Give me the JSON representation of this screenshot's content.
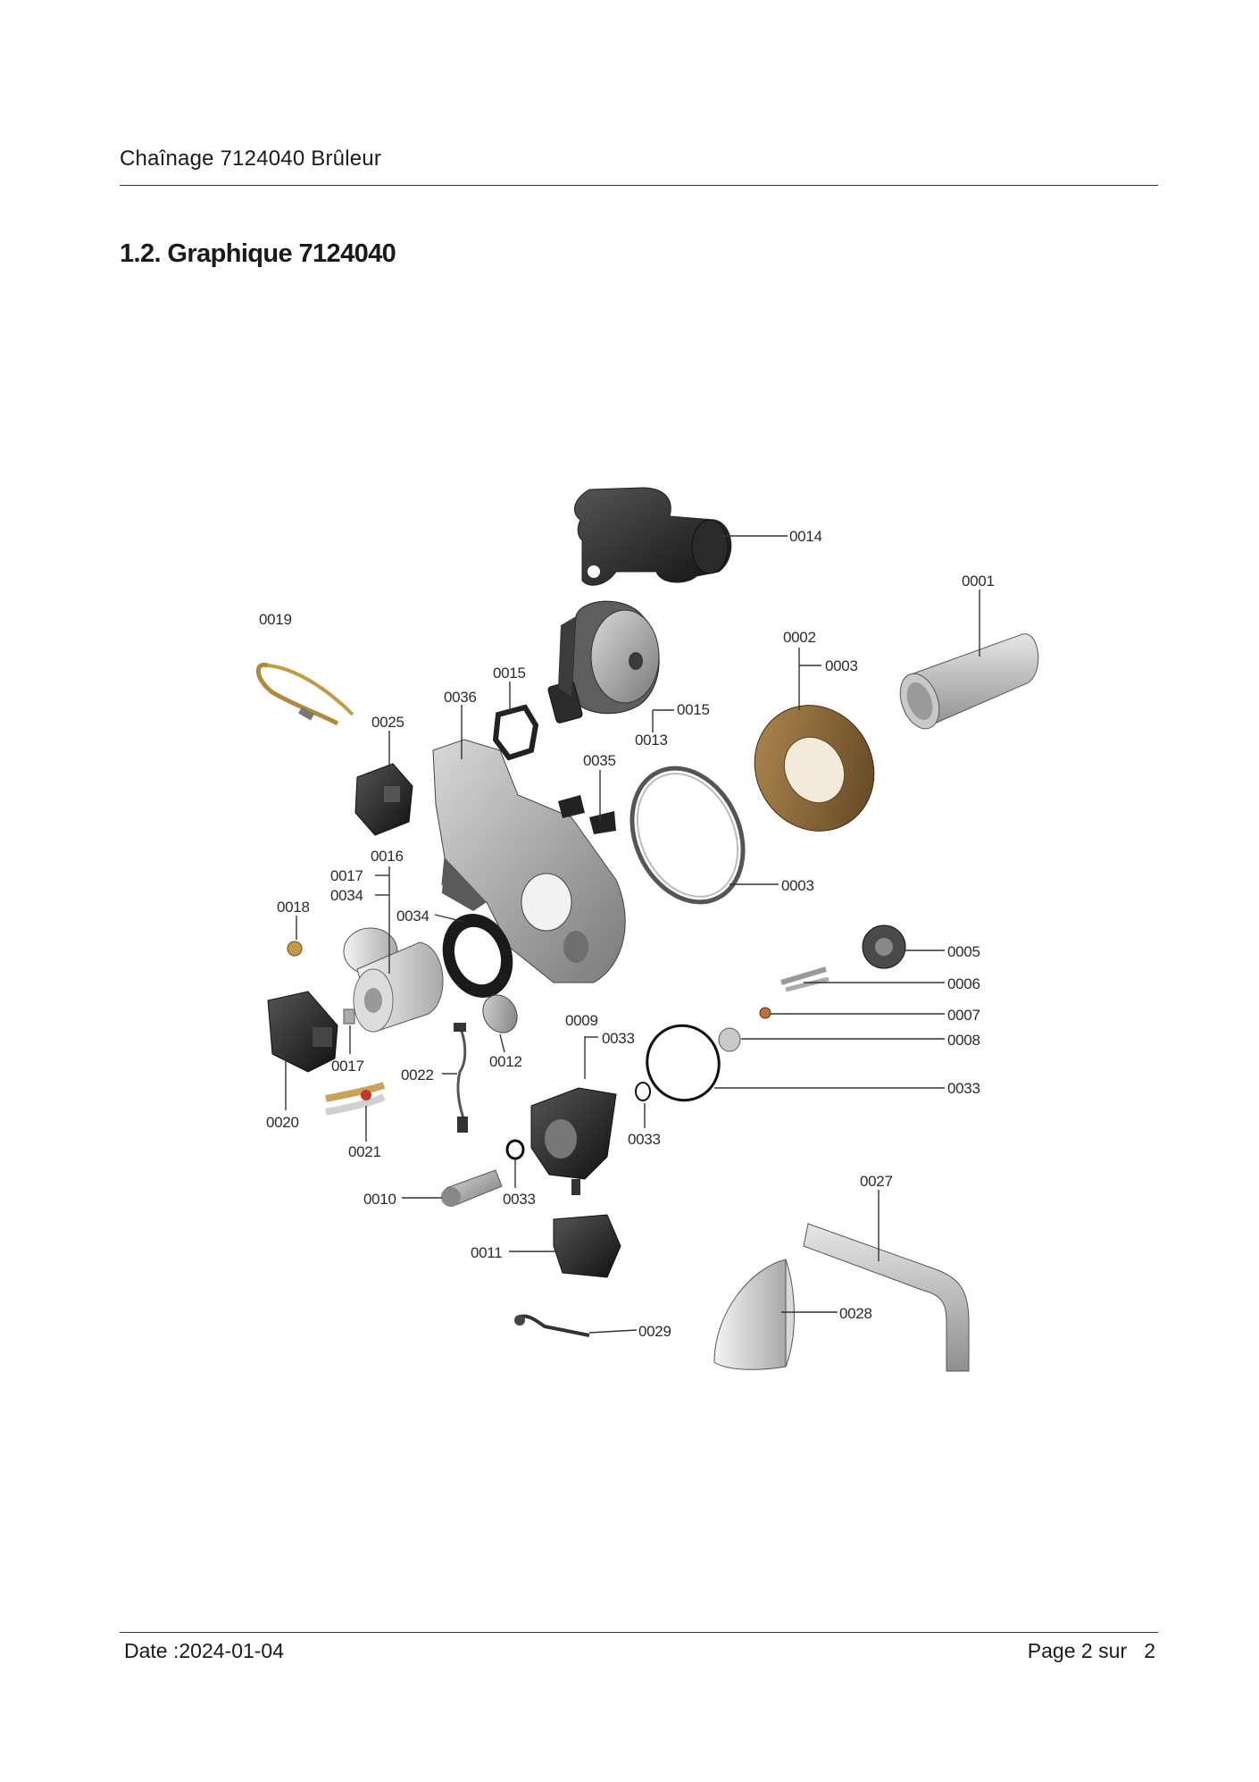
{
  "header": {
    "title": "Chaînage 7124040 Brûleur"
  },
  "section": {
    "heading": "1.2. Graphique 7124040"
  },
  "diagram": {
    "labels": {
      "l0014": "0014",
      "l0001": "0001",
      "l0019": "0019",
      "l0002": "0002",
      "l0003a": "0003",
      "l0015a": "0015",
      "l0015b": "0015",
      "l0036": "0036",
      "l0025": "0025",
      "l0013": "0013",
      "l0035": "0035",
      "l0016": "0016",
      "l0017a": "0017",
      "l0034a": "0034",
      "l0003b": "0003",
      "l0018": "0018",
      "l0034b": "0034",
      "l0005": "0005",
      "l0006": "0006",
      "l0007": "0007",
      "l0009": "0009",
      "l0033a": "0033",
      "l0008": "0008",
      "l0017b": "0017",
      "l0012": "0012",
      "l0022": "0022",
      "l0033b": "0033",
      "l0020": "0020",
      "l0033c": "0033",
      "l0021": "0021",
      "l0027": "0027",
      "l0010": "0010",
      "l0033d": "0033",
      "l0011": "0011",
      "l0028": "0028",
      "l0029": "0029"
    }
  },
  "footer": {
    "date": "Date :2024-01-04",
    "page_prefix": "Page 2 sur",
    "page_total": "2"
  }
}
